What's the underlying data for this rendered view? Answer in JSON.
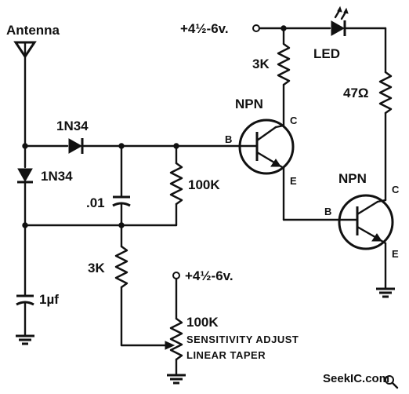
{
  "labels": {
    "antenna": "Antenna",
    "diode_series": "1N34",
    "diode_shunt": "1N34",
    "cap_01": ".01",
    "res_100k": "100K",
    "res_3k_lower": "3K",
    "cap_1uf": "1µf",
    "supply_top": "+4½-6v.",
    "supply_pot": "+4½-6v.",
    "res_3k_top": "3K",
    "led": "LED",
    "res_47": "47Ω",
    "npn1": "NPN",
    "npn2": "NPN",
    "b1": "B",
    "c1": "C",
    "e1": "E",
    "b2": "B",
    "c2": "C",
    "e2": "E",
    "pot_value": "100K",
    "pot_note1": "SENSITIVITY ADJUST",
    "pot_note2": "LINEAR TAPER"
  },
  "watermark": "SeekIC.com"
}
